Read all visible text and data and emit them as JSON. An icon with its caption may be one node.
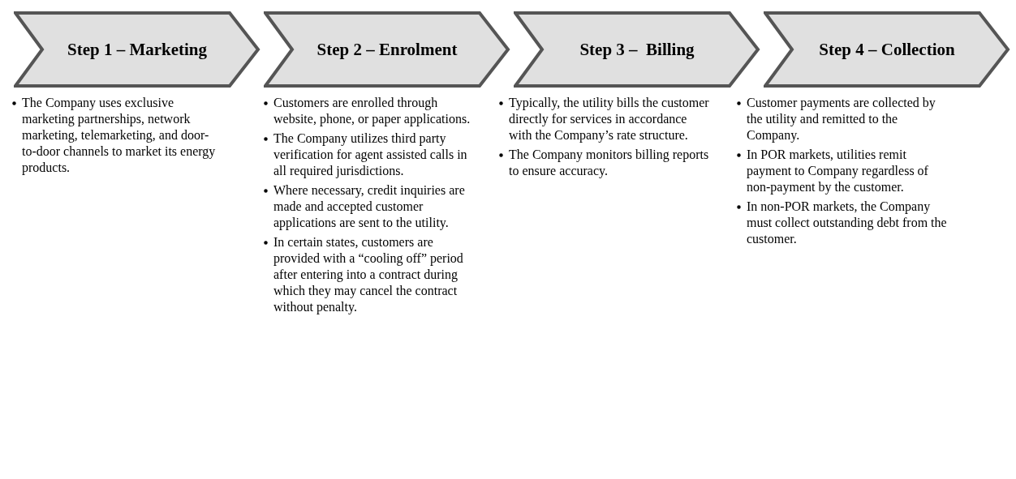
{
  "diagram": {
    "nodes": [
      {
        "text": [
          "Step 1 – Marketing"
        ],
        "beside": [
          "The Company uses exclusive marketing partnerships, network marketing, telemarketing, and door-to-door channels to market its energy products."
        ]
      },
      {
        "text": [
          "Step 2 – Enrolment"
        ],
        "beside": [
          "Customers are enrolled through website, phone, or paper applications.",
          "The Company utilizes third party verification for agent assisted calls in all required jurisdictions.",
          "Where necessary, credit inquiries are made and accepted customer applications are sent to the utility.",
          "In certain states, customers are provided with a “cooling off” period after entering into a contract during which they may cancel the contract without penalty."
        ]
      },
      {
        "text": [
          "Step 3 –  Billing"
        ],
        "beside": [
          "Typically, the utility bills the customer directly for services in accordance with the Company’s rate structure.",
          "The Company monitors billing reports to ensure accuracy."
        ]
      },
      {
        "text": [
          "Step 4 – Collection"
        ],
        "beside": [
          "Customer payments are collected by the utility and remitted to the Company.",
          "In POR markets, utilities remit payment to Company regardless of non-payment by the customer.",
          "In non-POR markets, the Company must collect outstanding debt from the customer."
        ]
      }
    ]
  }
}
